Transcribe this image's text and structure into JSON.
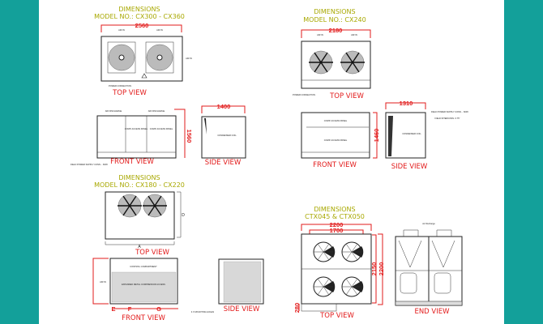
{
  "colors": {
    "border": "#13a09a",
    "title": "#a8a800",
    "dimension": "#e21b1b"
  },
  "cx300": {
    "title": "DIMENSIONS",
    "model": "MODEL NO.: CX300 - CX360",
    "width": "2560",
    "height": "1560",
    "depth": "1400",
    "top_view": "TOP VIEW",
    "front_view": "FRONT VIEW",
    "side_view": "SIDE VIEW",
    "air_in": "AIR IN",
    "air_discharge": "AIR DISCHARGE",
    "power_connection": "POWER CONNECTION",
    "comp_access_panel": "COMP. ACCESS PANEL",
    "condenser_coil": "CONDENSER COIL",
    "field_power": "FIELD POWER SUPPLY CONN. - 600V"
  },
  "cx240": {
    "title": "DIMENSIONS",
    "model": "MODEL NO.: CX240",
    "width": "2180",
    "height": "1460",
    "depth": "1310",
    "top_view": "TOP VIEW",
    "front_view": "FRONT VIEW",
    "side_view": "SIDE VIEW",
    "air_in": "AIR IN",
    "power_connection": "POWER CONNECTION",
    "comp_access_panel": "COMP. ACCESS PANEL",
    "condenser_coil": "CONDENSER COIL",
    "field_power": "FIELD POWER SUPPLY CONN. - 600V",
    "field_interconnect": "FIELD INTERCONN. 0.75\""
  },
  "cx180": {
    "title": "DIMENSIONS",
    "model": "MODEL NO.: CX180 - CX220",
    "dim_a": "A",
    "dim_d": "D",
    "dim_e": "E",
    "dim_f": "F",
    "dim_g": "G",
    "top_view": "TOP VIEW",
    "front_view": "FRONT VIEW",
    "side_view": "SIDE VIEW",
    "control_compartment": "CONTROL COMPARTMENT",
    "expanded_metal": "EXPANDED METAL COMPRESSOR ACCESS",
    "air_in": "AIR IN",
    "mounting_holes": "4 X MOUNTING HOLES"
  },
  "ctx045": {
    "title": "DIMENSIONS",
    "model": "CTX045 & CTX050",
    "width_outer": "2200",
    "width_inner": "1700",
    "height_inner": "2150",
    "height_outer": "2200",
    "base": "280",
    "top_view": "TOP VIEW",
    "end_view": "END VIEW",
    "air_discharge": "Air Discharge"
  }
}
